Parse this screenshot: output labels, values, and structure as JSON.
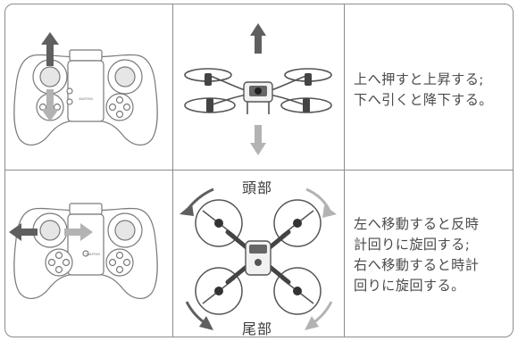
{
  "row1": {
    "controller_brand": "SNAPTAIN",
    "instruction": [
      "上へ押すと上昇する;",
      "下へ引くと降下する。"
    ]
  },
  "row2": {
    "controller_brand": "SNAPTAIN",
    "head_label": "頭部",
    "tail_label": "尾部",
    "instruction": [
      "左へ移動すると反時",
      "計回りに旋回する;",
      "右へ移動すると時計",
      "回りに旋回する。"
    ]
  },
  "colors": {
    "border": "#8c8c8c",
    "arrow_dark": "#5f5f5f",
    "arrow_light": "#b3b3b3",
    "text": "#4a4a4a"
  }
}
